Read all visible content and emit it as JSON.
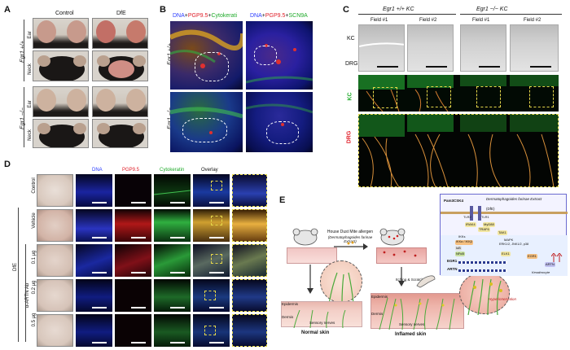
{
  "panels": {
    "A": {
      "label": "A",
      "col_headers": [
        "Control",
        "DfE"
      ],
      "row_groups": [
        "Egr1 +/+",
        "Egr1 −/−"
      ],
      "row_labels": [
        "Ear",
        "Neck",
        "Ear",
        "Neck"
      ]
    },
    "B": {
      "label": "B",
      "stain_left": [
        "DNA",
        "+",
        "PGP9.5",
        "+",
        "Cytokerati"
      ],
      "stain_right": [
        "DNA",
        "+",
        "PGP9.5",
        "+",
        "SCN9A"
      ],
      "row_labels": [
        "Egr1 +/+",
        "Egr1 −/−"
      ]
    },
    "C": {
      "label": "C",
      "group_headers": [
        "Egr1 +/+ KC",
        "Egr1 −/− KC"
      ],
      "fields": [
        "Field #1",
        "Field #2",
        "Field #1",
        "Field #2"
      ],
      "side_labels": [
        "KC",
        "DRG",
        "KC",
        "DRG"
      ]
    },
    "D": {
      "label": "D",
      "col_headers": [
        "DNA",
        "PGP9.5",
        "Cytokeratin",
        "Overlay"
      ],
      "row_labels": [
        "Control",
        "Vehicle",
        "0.1 μg",
        "0.2 μg",
        "0.5 μg"
      ],
      "group_label_dfe": "DfE",
      "group_label_ab": "α-ARTN Ab"
    },
    "E": {
      "label": "E",
      "allergen_text": "House Dust Mite allergen",
      "allergen_sub": "(Dermatophagoides farinae Extract)",
      "normal_skin": "Normal skin",
      "inflamed_skin": "Inflamed skin",
      "itch_text": "Itching & Scratching",
      "epidermis": "Epidermis",
      "dermis": "Dermis",
      "sensory_nerves": "Sensory nerves",
      "pathway": {
        "ligand1": "Pam3CSK4",
        "ligand2": "Dermatophagoides farinae Extract",
        "ligand2_abbr": "(DfE)",
        "tlr2": "TLR2",
        "tlr1": "TLR1",
        "myd88": "MyD88",
        "irak4": "IRAK4",
        "traf6": "TRAF6",
        "tak1": "TAK1",
        "ikk": "IKKs",
        "ikk_sub": "IKKα / IKKβ",
        "mapk": "MAPK",
        "mapk_sub": "ERK1/2, JNK1/2, p38",
        "ikb": "IκB",
        "nfkb": "NFκB",
        "elk1": "ELK1",
        "egr1_gene": "EGR1",
        "egr1_protein": "EGR1",
        "artn_gene": "ARTN",
        "artn_protein": "ARTN",
        "cell": "Keratinocyte",
        "hyper": "Hyperinnervation"
      }
    }
  },
  "colors": {
    "dna": "#2a3cff",
    "pgp": "#e0202a",
    "green": "#1faa2a",
    "dashed_yellow": "#e6d84a"
  }
}
